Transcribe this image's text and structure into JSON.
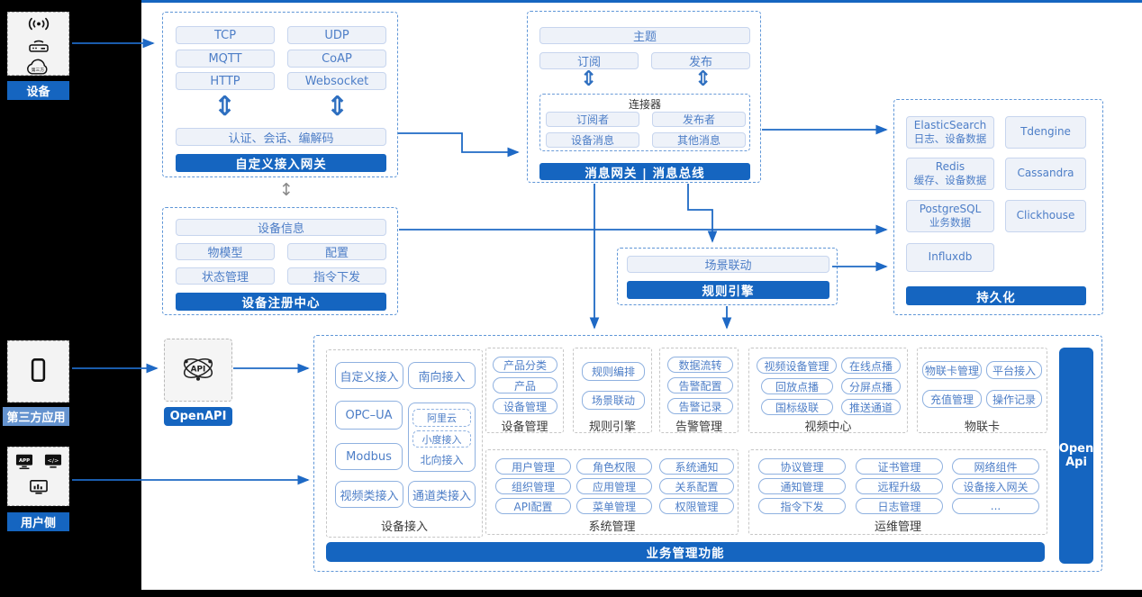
{
  "colors": {
    "accent_blue": "#1565c0",
    "light_fill": "#eef2f9",
    "pill_text_blue": "#4d7ec7",
    "dashed_blue": "#5f96d7",
    "third_party_label_bg": "#6493cf",
    "arrow_blue": "#1e69c5",
    "rail_black": "#000000"
  },
  "left_rail": {
    "device_label": "设备",
    "third_party_label": "第三方应用",
    "user_side_label": "用户侧",
    "cloud_text": "第三方"
  },
  "gateway": {
    "title": "自定义接入网关",
    "protocols": [
      "TCP",
      "UDP",
      "MQTT",
      "CoAP",
      "HTTP",
      "Websocket"
    ],
    "auth_row": "认证、会话、编解码"
  },
  "message_bus": {
    "title": "消息网关 | 消息总线",
    "topic": "主题",
    "subscribe": "订阅",
    "publish": "发布",
    "connector": {
      "title": "连接器",
      "items": [
        "订阅者",
        "发布者",
        "设备消息",
        "其他消息"
      ]
    }
  },
  "persistence": {
    "title": "持久化",
    "cells": [
      {
        "name": "ElasticSearch",
        "desc": "日志、设备数据"
      },
      {
        "name": "Tdengine"
      },
      {
        "name": "Redis",
        "desc": "缓存、设备数据"
      },
      {
        "name": "Cassandra"
      },
      {
        "name": "PostgreSQL",
        "desc": "业务数据"
      },
      {
        "name": "Clickhouse"
      },
      {
        "name": "Influxdb"
      }
    ]
  },
  "registry": {
    "title": "设备注册中心",
    "device_info": "设备信息",
    "items": [
      "物模型",
      "配置",
      "状态管理",
      "指令下发"
    ]
  },
  "rule_engine": {
    "title": "规则引擎",
    "scene_linkage": "场景联动"
  },
  "openapi": {
    "label": "OpenAPI"
  },
  "business": {
    "title": "业务管理功能",
    "open_api_bar": [
      "Open",
      "Api"
    ],
    "device_access": {
      "label": "设备接入",
      "custom": "自定义接入",
      "south": "南向接入",
      "opcua": "OPC–UA",
      "modbus": "Modbus",
      "video": "视频类接入",
      "channel": "通道类接入",
      "north": {
        "label": "北向接入",
        "aliyun": "阿里云",
        "xiaodu": "小度接入"
      }
    },
    "device_mgmt": {
      "label": "设备管理",
      "items": [
        "产品分类",
        "产品",
        "设备管理"
      ]
    },
    "rule": {
      "label": "规则引擎",
      "items": [
        "规则编排",
        "场景联动"
      ]
    },
    "alarm": {
      "label": "告警管理",
      "items": [
        "数据流转",
        "告警配置",
        "告警记录"
      ]
    },
    "video_center": {
      "label": "视频中心",
      "items": [
        "视频设备管理",
        "在线点播",
        "回放点播",
        "分屏点播",
        "国标级联",
        "推送通道"
      ]
    },
    "iot_card": {
      "label": "物联卡",
      "items": [
        "物联卡管理",
        "平台接入",
        "充值管理",
        "操作记录"
      ]
    },
    "system_mgmt": {
      "label": "系统管理",
      "items": [
        "用户管理",
        "角色权限",
        "系统通知",
        "组织管理",
        "应用管理",
        "关系配置",
        "API配置",
        "菜单管理",
        "权限管理"
      ]
    },
    "ops_mgmt": {
      "label": "运维管理",
      "items": [
        "协议管理",
        "证书管理",
        "网络组件",
        "通知管理",
        "远程升级",
        "设备接入网关",
        "指令下发",
        "日志管理",
        "..."
      ]
    }
  }
}
